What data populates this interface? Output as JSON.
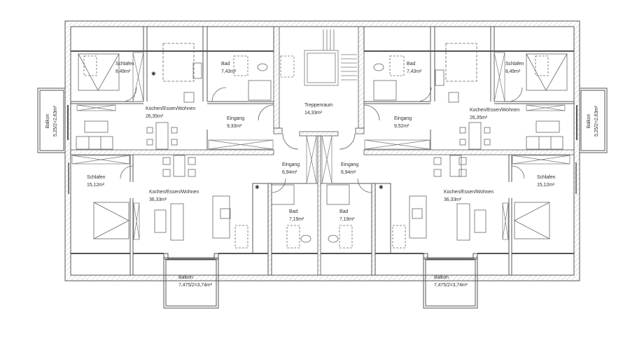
{
  "plan": {
    "type": "floor plan",
    "units": "m²",
    "rooms_top_left": [
      {
        "id": "schlafen_tl",
        "name": "Schlafen",
        "area": "8,49m²"
      },
      {
        "id": "bad_tl",
        "name": "Bad",
        "area": "7,43m²"
      },
      {
        "id": "kew_tl",
        "name": "Kochen/Essen/Wohnen",
        "area": "26,35m²"
      },
      {
        "id": "eingang_tl",
        "name": "Eingang",
        "area": "9,33m²"
      },
      {
        "id": "balkon_l",
        "name": "Balkon",
        "area": "5,25/2=2,63m²"
      }
    ],
    "stair": {
      "name": "Treppenraum",
      "area": "14,33m²"
    },
    "rooms_top_right": [
      {
        "id": "bad_tr",
        "name": "Bad",
        "area": "7,43m²"
      },
      {
        "id": "schlafen_tr",
        "name": "Schlafen",
        "area": "8,49m²"
      },
      {
        "id": "eingang_tr",
        "name": "Eingang",
        "area": "9,52m²"
      },
      {
        "id": "kew_tr",
        "name": "Kochen/Essen/Wohnen",
        "area": "26,35m²"
      },
      {
        "id": "balkon_r",
        "name": "Balkon",
        "area": "5,25/2=2,63m²"
      }
    ],
    "rooms_bottom_left": [
      {
        "id": "schlafen_bl",
        "name": "Schlafen",
        "area": "15,12m²"
      },
      {
        "id": "kew_bl",
        "name": "Kochen/Essen/Wohnen",
        "area": "36,33m²"
      },
      {
        "id": "eingang_bl",
        "name": "Eingang",
        "area": "6,94m²"
      },
      {
        "id": "bad_bl",
        "name": "Bad",
        "area": "7,19m²"
      },
      {
        "id": "balkon_bl",
        "name": "Balkon",
        "area": "7,475/2=3,74m²"
      }
    ],
    "rooms_bottom_right": [
      {
        "id": "eingang_br",
        "name": "Eingang",
        "area": "6,94m²"
      },
      {
        "id": "bad_br",
        "name": "Bad",
        "area": "7,19m²"
      },
      {
        "id": "kew_br",
        "name": "Kochen/Essen/Wohnen",
        "area": "36,33m²"
      },
      {
        "id": "schlafen_br",
        "name": "Schlafen",
        "area": "15,12m²"
      },
      {
        "id": "balkon_br",
        "name": "Balkon",
        "area": "7,475/2=3,74m²"
      }
    ],
    "symbols": {
      "bed_marker": "OFF",
      "smoke_detector_glyph": "✱"
    },
    "colors": {
      "wall": "#555555",
      "hatch": "#bbbbbb",
      "furniture": "#666666",
      "dashed": "#777777",
      "text": "#333333"
    }
  }
}
